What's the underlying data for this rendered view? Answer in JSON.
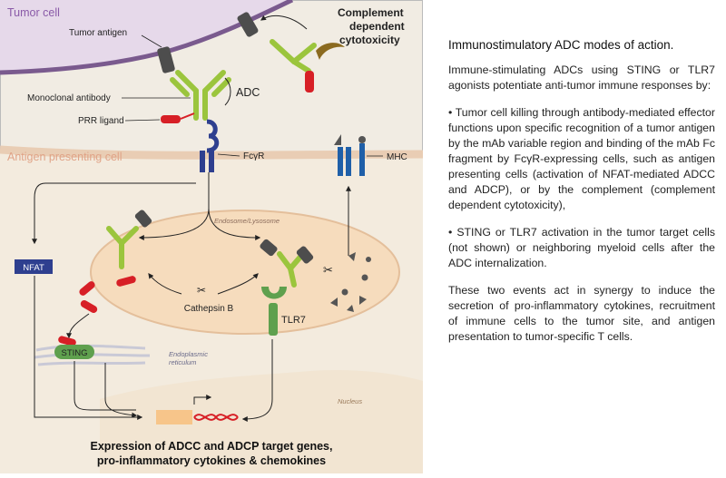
{
  "figure": {
    "tumor_cell": "Tumor cell",
    "tumor_antigen": "Tumor antigen",
    "complement_line1": "Complement",
    "complement_line2": "dependent",
    "complement_line3": "cytotoxicity",
    "monoclonal_antibody": "Monoclonal antibody",
    "prr_ligand": "PRR ligand",
    "adc": "ADC",
    "antigen_presenting_cell": "Antigen presenting cell",
    "fcgr": "FcγR",
    "mhc": "MHC",
    "endosome": "Endosome/Lysosome",
    "nfat": "NFAT",
    "cathepsin": "Cathepsin B",
    "tlr7": "TLR7",
    "sting": "STING",
    "er_line1": "Endoplasmic",
    "er_line2": "reticulum",
    "nucleus": "Nucleus",
    "expression_line1": "Expression of ADCC and ADCP target genes,",
    "expression_line2": "pro-inflammatory cytokines & chemokines"
  },
  "panel": {
    "title": "Immunostimulatory ADC modes of action.",
    "intro": "Immune-stimulating ADCs using STING or TLR7 agonists potentiate anti-tumor immune responses by:",
    "bullet1": "• Tumor cell killing through antibody-mediated effector functions upon specific recognition of a tumor antigen by the mAb variable region and binding of the mAb Fc fragment by FcγR-expressing cells, such as antigen presenting cells (activation of NFAT-mediated ADCC and ADCP), or by the complement (complement dependent cytotoxicity),",
    "bullet2": "• STING or TLR7 activation in the tumor target cells (not shown) or neighboring myeloid cells after the ADC internalization.",
    "closing": "These two events act in synergy to induce the secretion of pro-inflammatory cytokines, recruitment of immune cells to the tumor site, and antigen presentation to tumor-specific T cells."
  },
  "colors": {
    "antibody": "#9bc53d",
    "payload": "#d71f26",
    "antigen": "#4d4d4d",
    "receptor": "#2e3f8f",
    "tumor_fill": "#e7dcec",
    "membrane": "#8a6a9e",
    "apc_fill": "#f4ebdc",
    "apc_membrane": "#e9cfb6",
    "endosome_fill": "#f7dfc1",
    "mhc": "#1f5fa8",
    "tlr7": "#5fa04e",
    "complement": "#8b6a1f"
  }
}
